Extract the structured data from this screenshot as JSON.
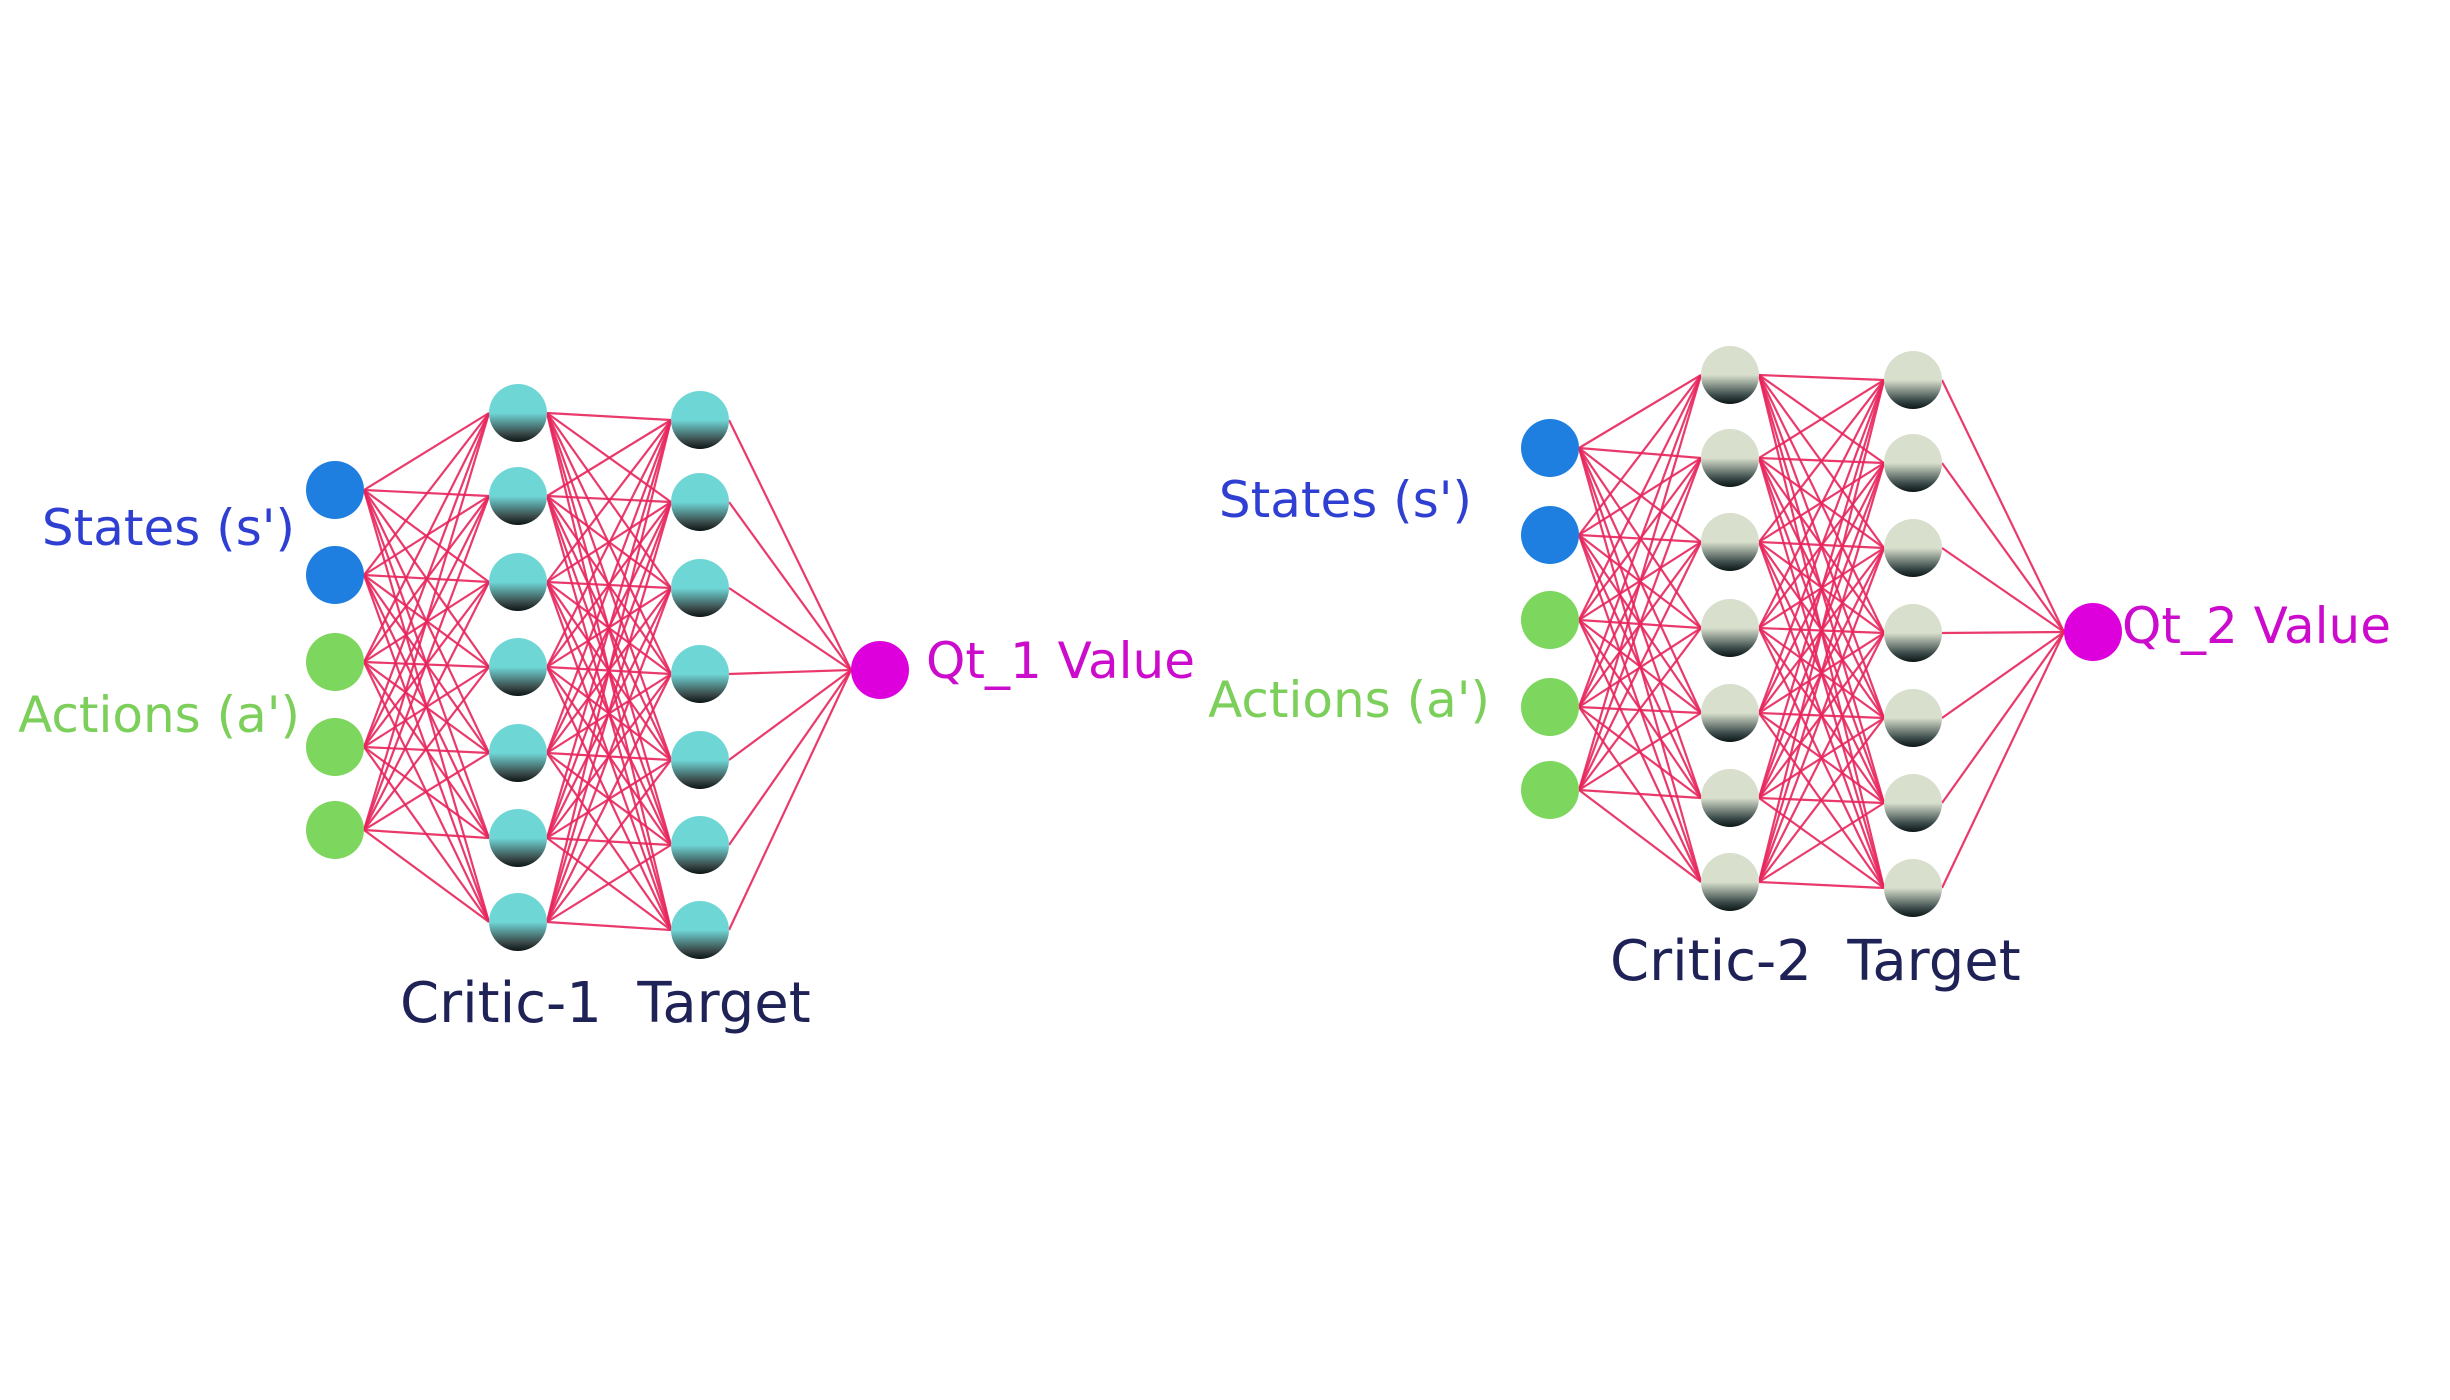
{
  "colors": {
    "background": "#ffffff",
    "edge": "#e8255c",
    "state_node": "#1f7fe0",
    "action_node": "#7dd65e",
    "output_node": "#dd00dd",
    "states_label": "#2f3fd1",
    "actions_label": "#7ccf5a",
    "output_label": "#cc0ccc",
    "title_label": "#1f2257"
  },
  "diagrams": [
    {
      "id": "critic-1",
      "title": "Critic-1  Target",
      "states_label": "States (s')",
      "actions_label": "Actions (a')",
      "output_label": "Qt_1 Value",
      "hidden_node_color": "#6fd6d6",
      "hidden_layer_sizes": [
        7,
        7
      ],
      "state_count": 2,
      "action_count": 3
    },
    {
      "id": "critic-2",
      "title": "Critic-2  Target",
      "states_label": "States (s')",
      "actions_label": "Actions (a')",
      "output_label": "Qt_2 Value",
      "hidden_node_color": "#d8dfcc",
      "hidden_layer_sizes": [
        7,
        7
      ],
      "state_count": 2,
      "action_count": 3
    }
  ]
}
